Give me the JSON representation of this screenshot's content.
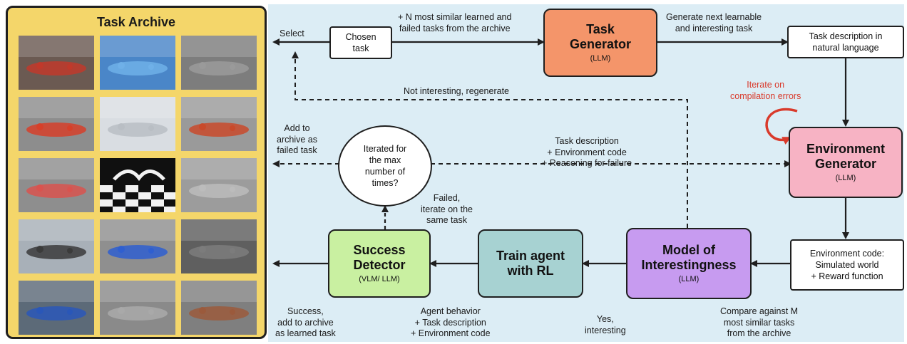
{
  "archive": {
    "title": "Task Archive",
    "thumbnails": [
      {
        "name": "arena-colored-poles",
        "bg": "#6b5a52",
        "fg": "#c0392b"
      },
      {
        "name": "blue-pool-scene",
        "bg": "#4a86c8",
        "fg": "#6fb0e8"
      },
      {
        "name": "gray-floor-scene",
        "bg": "#7d7d7d",
        "fg": "#9a9a9a"
      },
      {
        "name": "colored-balls-row",
        "bg": "#8d8d8d",
        "fg": "#d6402a"
      },
      {
        "name": "white-bridge-scene",
        "bg": "#d9dde2",
        "fg": "#b9bec4"
      },
      {
        "name": "red-objects-row",
        "bg": "#9a9a9a",
        "fg": "#c94a2b"
      },
      {
        "name": "poles-field",
        "bg": "#8e8e8e",
        "fg": "#d9534f"
      },
      {
        "name": "checkerboard-arena",
        "bg": "#101010",
        "fg": "#f2f2f2"
      },
      {
        "name": "rocky-ridge",
        "bg": "#9c9c9c",
        "fg": "#bcbcbc"
      },
      {
        "name": "dark-rail-scene",
        "bg": "#a8b0b8",
        "fg": "#3b3b3b"
      },
      {
        "name": "blue-red-stripes",
        "bg": "#8f8f8f",
        "fg": "#2f5fd0"
      },
      {
        "name": "dark-hill",
        "bg": "#5f5f5f",
        "fg": "#7c7c7c"
      },
      {
        "name": "blue-pillars-dim",
        "bg": "#5c6a78",
        "fg": "#2a57b8"
      },
      {
        "name": "stone-ring",
        "bg": "#8a8a8a",
        "fg": "#a9a9a9"
      },
      {
        "name": "brown-rubble",
        "bg": "#7f7f7f",
        "fg": "#9b5a3c"
      }
    ]
  },
  "nodes": {
    "chosen_task": "Chosen\ntask",
    "task_generator": {
      "title": "Task\nGenerator",
      "sub": "(LLM)",
      "color": "#f4956a"
    },
    "task_description": "Task description in\nnatural language",
    "environment_generator": {
      "title": "Environment\nGenerator",
      "sub": "(LLM)",
      "color": "#f7b3c4"
    },
    "environment_code": "Environment code:\nSimulated world\n+ Reward function",
    "model_of_interestingness": {
      "title": "Model of\nInterestingness",
      "sub": "(LLM)",
      "color": "#c79bf0"
    },
    "train_agent": {
      "title": "Train agent\nwith RL",
      "color": "#a7d2d2"
    },
    "success_detector": {
      "title": "Success\nDetector",
      "sub": "(VLM/ LLM)",
      "color": "#c9f0a1"
    },
    "iterated": "Iterated for\nthe max\nnumber of\ntimes?"
  },
  "labels": {
    "select": "Select",
    "neighbors": "+ N most similar learned and\nfailed tasks from the archive",
    "generate_next": "Generate next learnable\nand interesting task",
    "iterate_errors": "Iterate on\ncompilation errors",
    "not_interesting": "Not interesting, regenerate",
    "add_failed": "Add to\narchive as\nfailed task",
    "failure_info": "Task description\n+ Environment code\n+ Reasoning for failure",
    "failed_iterate": "Failed,\niterate on the\nsame task",
    "success_add": "Success,\nadd to archive\nas learned task",
    "agent_behavior": "Agent behavior\n+ Task description\n+ Environment code",
    "yes_interesting": "Yes,\ninteresting",
    "compare": "Compare against M\nmost similar tasks\nfrom the archive"
  },
  "colors": {
    "background": "#dcedf5",
    "archive": "#f4d66a",
    "stroke": "#1f1f1f",
    "iterate_arrow": "#d93a2b"
  }
}
